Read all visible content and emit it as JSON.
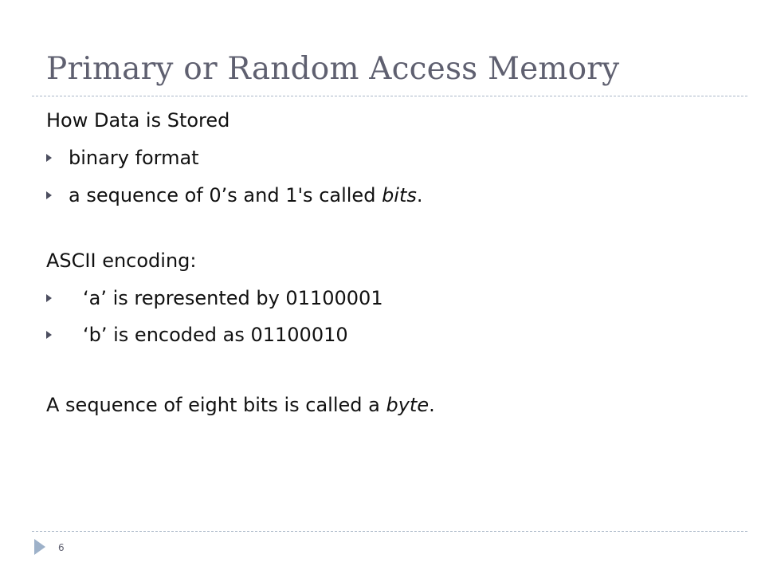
{
  "slide": {
    "title": "Primary or Random Access Memory",
    "page_number": "6",
    "bullet_icon": "triangle-right-icon",
    "footer_icon": "triangle-right-icon"
  },
  "content": {
    "section1": {
      "heading": "How Data is Stored",
      "bullets": [
        "binary format",
        {
          "prefix": "a sequence of 0’s and 1's called ",
          "emphasis": "bits",
          "suffix": "."
        }
      ]
    },
    "section2": {
      "heading": "ASCII encoding:",
      "bullets": [
        "‘a’ is represented by 01100001",
        "‘b’ is encoded as 01100010"
      ]
    },
    "closing": {
      "prefix": "A sequence of eight bits is called a ",
      "emphasis": "byte",
      "suffix": "."
    }
  }
}
